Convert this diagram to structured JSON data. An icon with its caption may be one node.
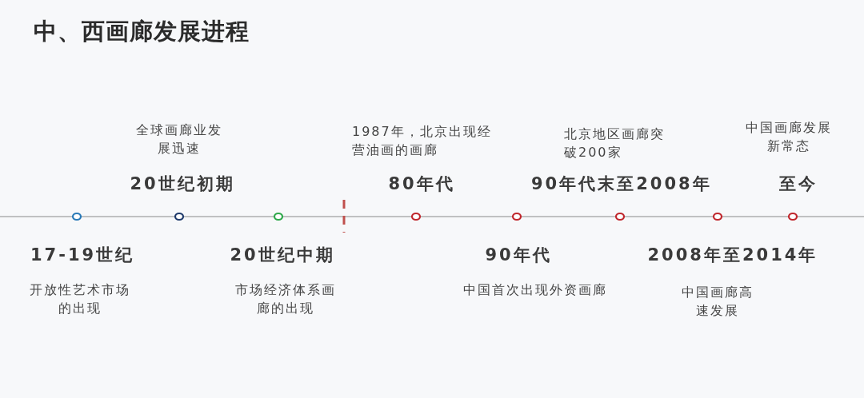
{
  "diagram": {
    "title": "中、西画廊发展进程",
    "labels": [
      "17-19世纪",
      "开放性艺术市场的出现",
      "全球画廊业发展迅速",
      "20世纪初期",
      "20世纪中期",
      "市场经济体系画廊的出现",
      "1987年，北京出现经营油画的画廊",
      "80年代",
      "90年代",
      "中国首次出现外资画廊",
      "北京地区画廊突破200家",
      "90年代末至2008年",
      "2008年至2014年",
      "中国画廊高速发展",
      "中国画廊发展新常态",
      "至今"
    ]
  }
}
